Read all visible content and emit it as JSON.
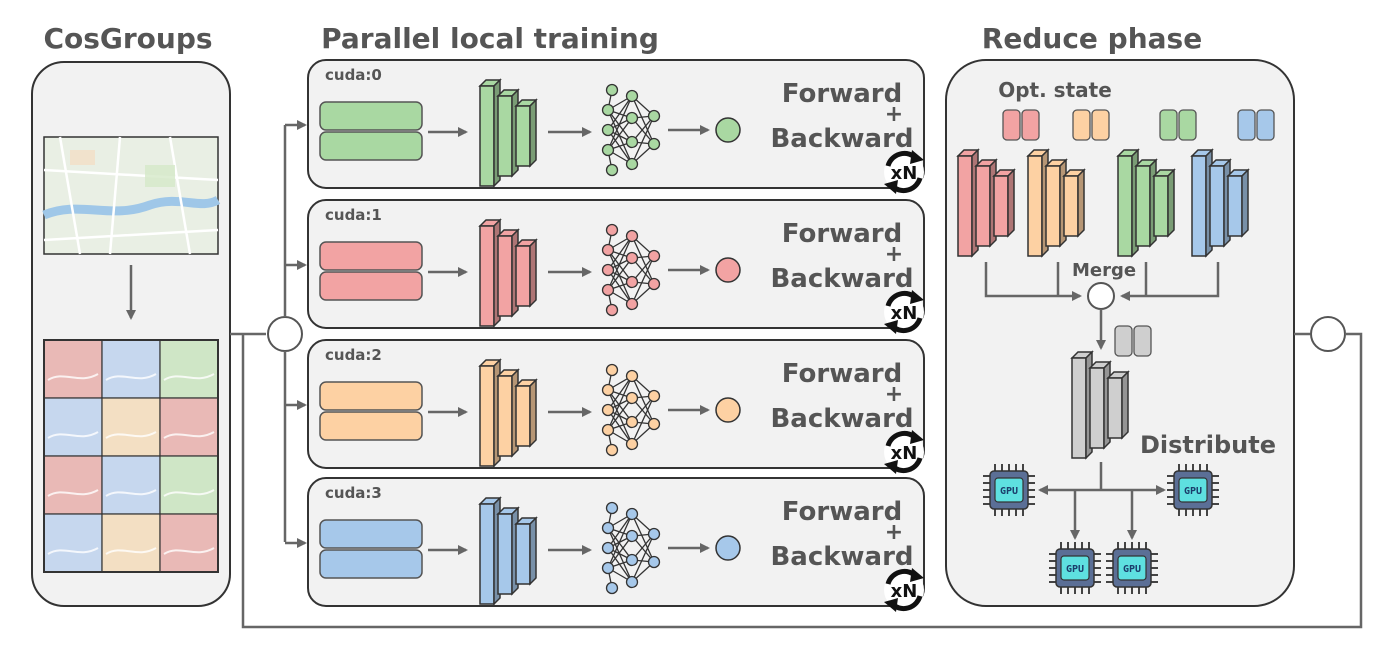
{
  "titles": {
    "cosgroups": "CosGroups",
    "parallel": "Parallel local training",
    "reduce": "Reduce phase"
  },
  "workers": [
    {
      "label": "cuda:0",
      "forward": "Forward",
      "plus": "+",
      "backward": "Backward",
      "repeat": "xN",
      "color": "#a9d8a2"
    },
    {
      "label": "cuda:1",
      "forward": "Forward",
      "plus": "+",
      "backward": "Backward",
      "repeat": "xN",
      "color": "#f2a3a3"
    },
    {
      "label": "cuda:2",
      "forward": "Forward",
      "plus": "+",
      "backward": "Backward",
      "repeat": "xN",
      "color": "#fdd1a3"
    },
    {
      "label": "cuda:3",
      "forward": "Forward",
      "plus": "+",
      "backward": "Backward",
      "repeat": "xN",
      "color": "#a6c8ea"
    }
  ],
  "reduce": {
    "opt_state": "Opt. state",
    "merge": "Merge",
    "distribute": "Distribute",
    "gpu_chip": "GPU",
    "merged_color": "#cfcfcf"
  },
  "colors": {
    "panel_fill": "#f2f2f2",
    "panel_stroke": "#333333",
    "arrow": "#666666",
    "gpu_core": "#5ee0e0",
    "gpu_body": "#5b6f96"
  }
}
